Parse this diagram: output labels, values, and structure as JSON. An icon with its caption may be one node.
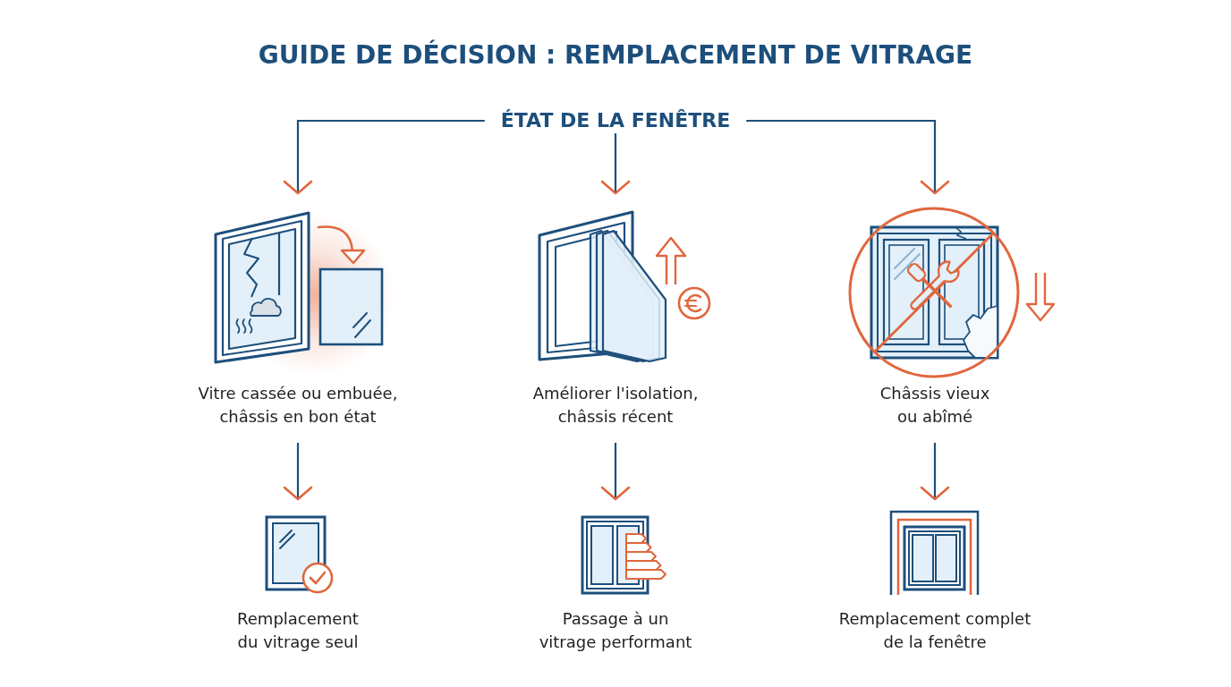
{
  "diagram": {
    "title": "GUIDE DE DÉCISION : REMPLACEMENT DE VITRAGE",
    "nodes": [
      {
        "text": [
          "ÉTAT DE LA FENÊTRE"
        ]
      },
      {
        "text": [
          "Vitre cassée ou embuée, châssis en bon état"
        ]
      },
      {
        "text": [
          "Améliorer l'isolation, châssis récent"
        ]
      },
      {
        "text": [
          "Châssis vieux ou abîmé"
        ]
      },
      {
        "text": [
          "Remplacement du vitrage seul"
        ]
      },
      {
        "text": [
          "Passage à un vitrage performant"
        ]
      },
      {
        "text": [
          "Remplacement complet de la fenêtre"
        ]
      }
    ],
    "edges": [
      {
        "from": 0,
        "to": 1,
        "arrow": "to"
      },
      {
        "from": 0,
        "to": 2,
        "arrow": "to"
      },
      {
        "from": 0,
        "to": 3,
        "arrow": "to"
      },
      {
        "from": 1,
        "to": 4,
        "arrow": "to"
      },
      {
        "from": 2,
        "to": 5,
        "arrow": "to"
      },
      {
        "from": 3,
        "to": 6,
        "arrow": "to"
      }
    ]
  }
}
